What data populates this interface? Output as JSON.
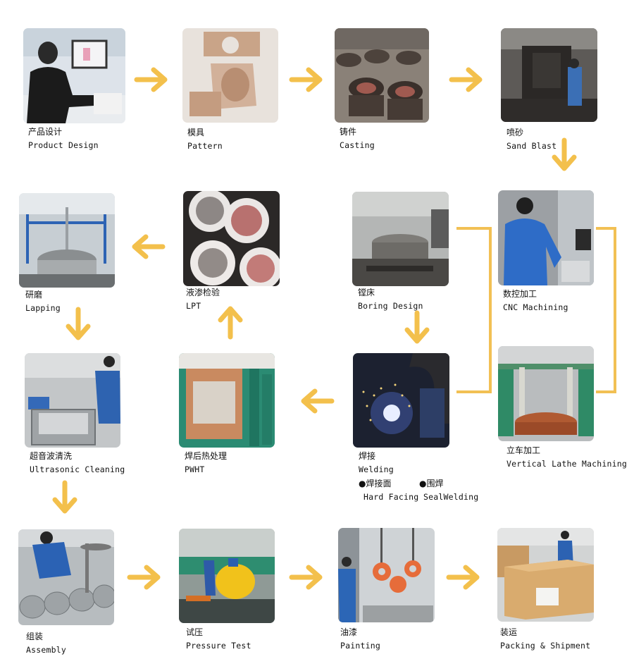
{
  "colors": {
    "arrow": "#f3c04c",
    "bracket": "#f2c054"
  },
  "steps": [
    {
      "cn": "产品设计",
      "en": "Product Design"
    },
    {
      "cn": "模具",
      "en": "Pattern"
    },
    {
      "cn": "铸件",
      "en": "Casting"
    },
    {
      "cn": "喷砂",
      "en": "Sand Blast"
    },
    {
      "cn": "数控加工",
      "en": "CNC Machining"
    },
    {
      "cn": "立车加工",
      "en": "Vertical Lathe Machining"
    },
    {
      "cn": "镗床",
      "en": "Boring Design"
    },
    {
      "cn": "液渗检验",
      "en": "LPT"
    },
    {
      "cn": "研磨",
      "en": "Lapping"
    },
    {
      "cn": "焊接",
      "en": "Welding"
    },
    {
      "cn": "焊后热处理",
      "en": "PWHT"
    },
    {
      "cn": "超音波清洗",
      "en": "Ultrasonic Cleaning"
    },
    {
      "cn": "组装",
      "en": "Assembly"
    },
    {
      "cn": "试压",
      "en": "Pressure Test"
    },
    {
      "cn": "油漆",
      "en": "Painting"
    },
    {
      "cn": "装运",
      "en": "Packing & Shipment"
    }
  ],
  "welding_sub": {
    "items": [
      {
        "cn": "●焊接面",
        "en": "Hard Facing"
      },
      {
        "cn": "●围焊",
        "en": "SealWelding"
      }
    ]
  },
  "icons": [
    "arrow-right-icon",
    "arrow-left-icon",
    "arrow-down-icon",
    "arrow-up-icon"
  ]
}
